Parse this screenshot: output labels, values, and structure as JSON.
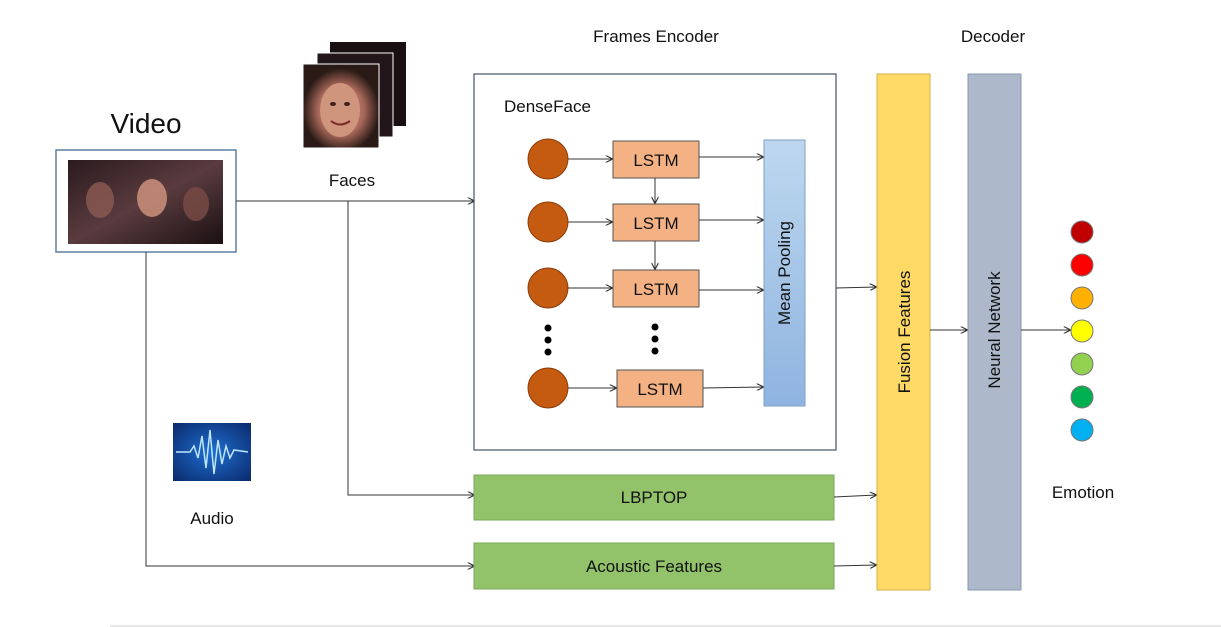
{
  "labels": {
    "video": "Video",
    "faces": "Faces",
    "audio": "Audio",
    "frames_encoder": "Frames Encoder",
    "decoder": "Decoder",
    "denseface": "DenseFace",
    "lstm": "LSTM",
    "mean_pooling": "Mean Pooling",
    "fusion_features": "Fusion Features",
    "neural_network": "Neural Network",
    "lbptop": "LBPTOP",
    "acoustic_features": "Acoustic Features",
    "emotion": "Emotion"
  },
  "colors": {
    "node_orange": "#C55A11",
    "lstm_fill": "#F4B183",
    "mean_pooling_fill": "#9DC3E6",
    "fusion_fill": "#FFD966",
    "neural_fill": "#ADB9CA",
    "green_box": "#92C36A",
    "encoder_border": "#44546A",
    "emotion_dots": [
      "#C00000",
      "#FF0000",
      "#FFB000",
      "#FFFF00",
      "#92D050",
      "#00B050",
      "#00B0F0"
    ]
  }
}
